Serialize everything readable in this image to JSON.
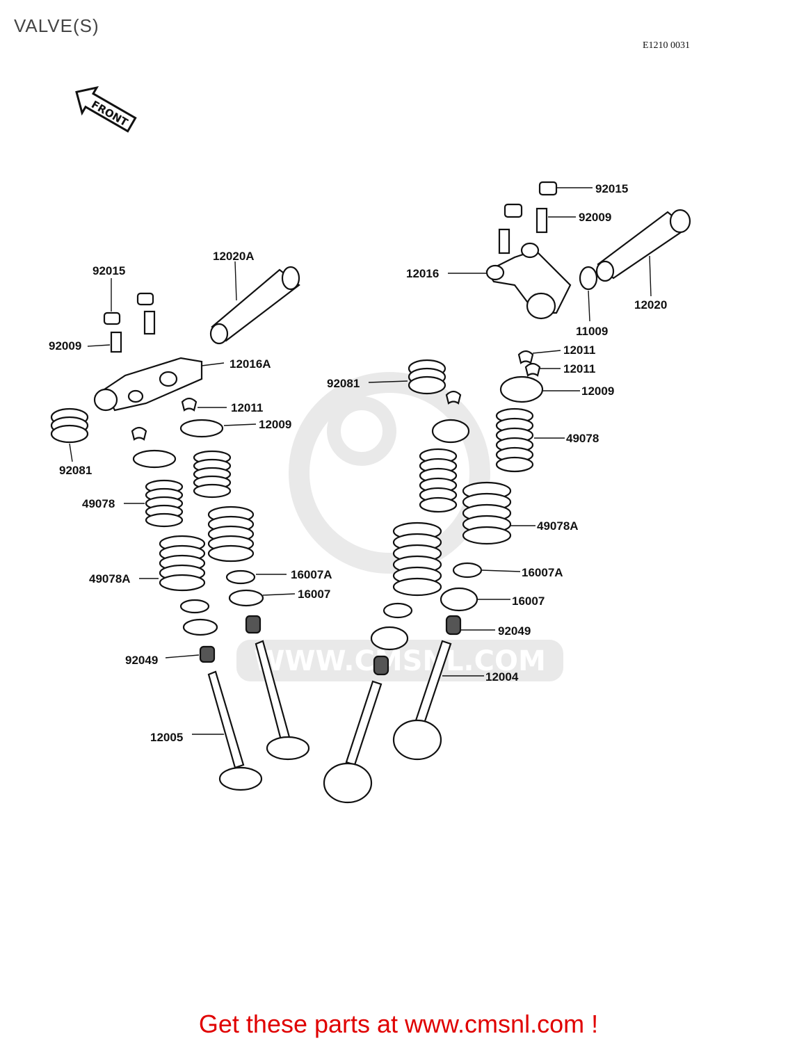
{
  "title": "VALVE(S)",
  "figure_code": "E1210 0031",
  "front_arrow_label": "FRONT",
  "watermark_text": "WWW.CMSNL.COM",
  "promo_text": "Get these parts at www.cmsnl.com !",
  "colors": {
    "promo": "#e00000",
    "lines": "#111111",
    "watermark": "#d8d8d8"
  },
  "left_callouts": {
    "c92015": "92015",
    "c12020A": "12020A",
    "c92009": "92009",
    "c12016A": "12016A",
    "c12011": "12011",
    "c12009": "12009",
    "c92081": "92081",
    "c49078": "49078",
    "c49078A": "49078A",
    "c16007A": "16007A",
    "c16007": "16007",
    "c92049": "92049",
    "c12005": "12005"
  },
  "right_callouts": {
    "c92015": "92015",
    "c92009": "92009",
    "c12016": "12016",
    "c12020": "12020",
    "c11009": "11009",
    "c12011a": "12011",
    "c12011b": "12011",
    "c92081": "92081",
    "c12009": "12009",
    "c49078": "49078",
    "c49078A": "49078A",
    "c16007A": "16007A",
    "c16007": "16007",
    "c92049": "92049",
    "c12004": "12004"
  }
}
